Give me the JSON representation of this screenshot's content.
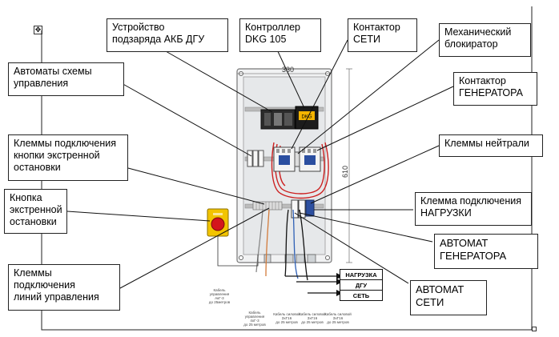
{
  "labels": {
    "charger": "Устройство\nподзаряда АКБ ДГУ",
    "controller": "Контроллер\nDKG 105",
    "contactor_mains": "Контактор\nСЕТИ",
    "mech_interlock": "Механический\nблокиратор",
    "contactor_gen": "Контактор\nГЕНЕРАТОРА",
    "control_breakers": "Автоматы схемы\nуправления",
    "neutral_terminals": "Клеммы нейтрали",
    "emergency_terminals": "Клеммы подключения\nкнопки экстренной\nостановки",
    "load_terminal": "Клемма подключения\nНАГРУЗКИ",
    "emergency_button": "Кнопка\nэкстренной\nостановки",
    "breaker_gen": "АВТОМАТ\nГЕНЕРАТОРА",
    "control_lines": "Клеммы\nподключения\nлиний управления",
    "breaker_mains": "АВТОМАТ\nСЕТИ"
  },
  "dimensions": {
    "width": "330",
    "height": "610"
  },
  "destinations": [
    "НАГРУЗКА",
    "ДГУ",
    "СЕТЬ"
  ],
  "controller_screen": "DKG",
  "cable_notes": [
    "Кабель управления\nАкГ-3\nдо 25метров",
    "Кабель управления\n4хГ-3\nдо 25 метров",
    "Кабель силовой\nЗхГ16\nдо 25 метров",
    "Кабель силовой\nЗхГ16\nдо 25 метров",
    "Кабель силовой\nЗхГ16\nдо 25 метров"
  ],
  "colors": {
    "frame": "#222222",
    "panel": "#eef0f1",
    "relay_blue": "#2c4fa0",
    "button_red": "#d4161c",
    "button_yellow": "#f2c400",
    "wire_red": "#cc1f1f"
  }
}
